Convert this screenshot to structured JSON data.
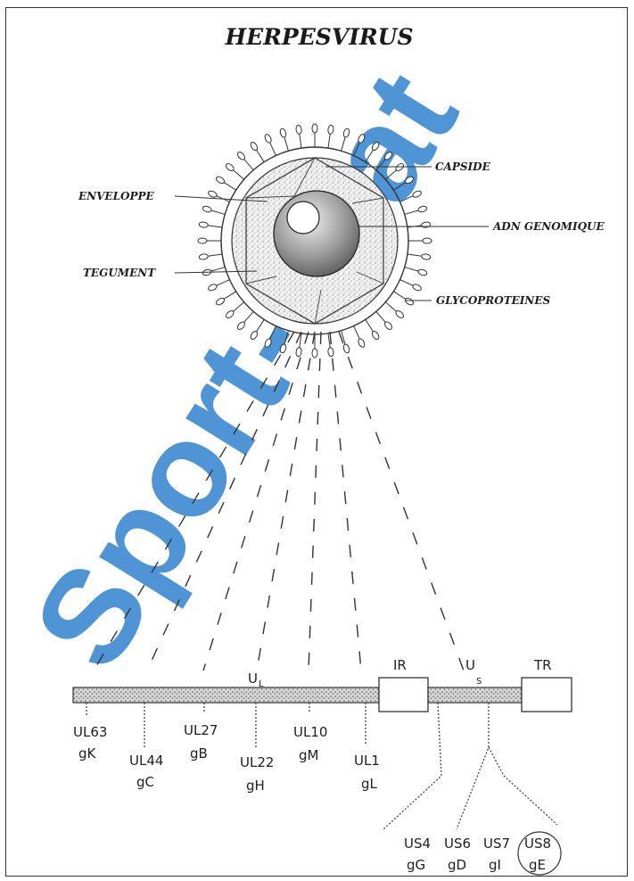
{
  "title": "HERPESVIRUS",
  "labels": {
    "capside": "CAPSIDE",
    "enveloppe": "ENVELOPPE",
    "adn": "ADN GENOMIQUE",
    "tegument": "TEGUMENT",
    "glycoproteines": "GLYCOPROTEINES"
  },
  "segments": {
    "ul": "U",
    "ul_sub": "L",
    "us": "U",
    "us_sub": "S",
    "ir": "IR",
    "tr": "TR"
  },
  "genes": [
    {
      "locus": "UL63",
      "protein": "gK"
    },
    {
      "locus": "UL44",
      "protein": "gC"
    },
    {
      "locus": "UL27",
      "protein": "gB"
    },
    {
      "locus": "UL22",
      "protein": "gH"
    },
    {
      "locus": "UL10",
      "protein": "gM"
    },
    {
      "locus": "UL1",
      "protein": "gL"
    },
    {
      "locus": "US4",
      "protein": "gG"
    },
    {
      "locus": "US6",
      "protein": "gD"
    },
    {
      "locus": "US7",
      "protein": "gI"
    },
    {
      "locus": "US8",
      "protein": "gE"
    }
  ],
  "watermark": "Sport-Grat",
  "colors": {
    "watermark": "#1a73c8",
    "ink": "#1f1f1f"
  }
}
